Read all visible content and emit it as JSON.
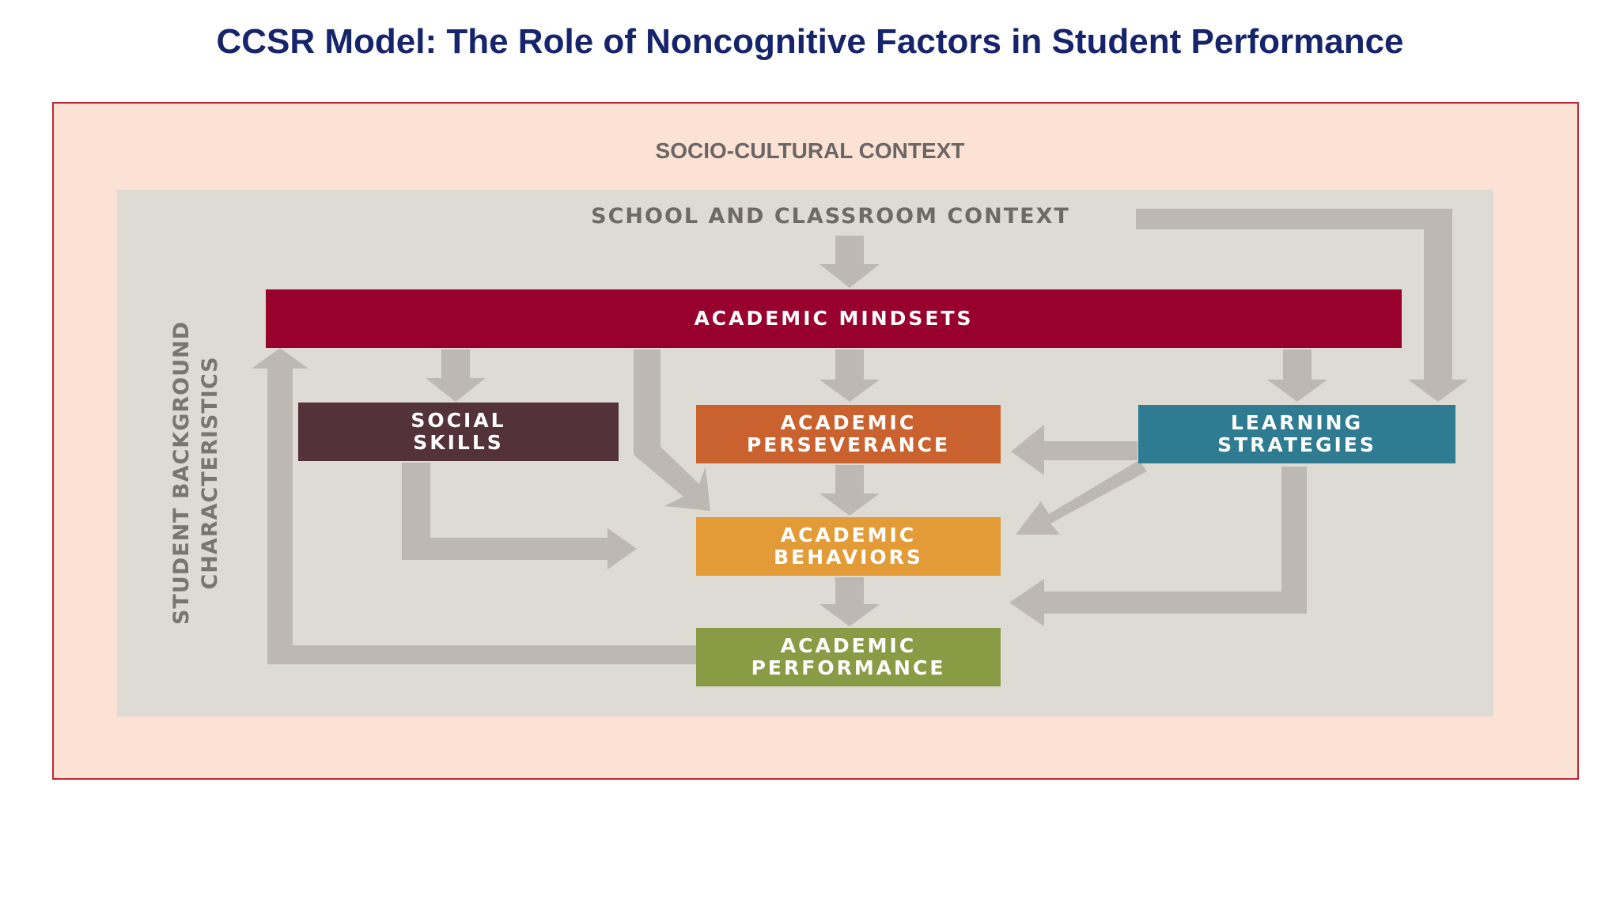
{
  "title": "CCSR Model: The Role of Noncognitive Factors in Student Performance",
  "diagram": {
    "outer_context": "SOCIO-CULTURAL CONTEXT",
    "inner_context": "SCHOOL AND CLASSROOM CONTEXT",
    "side_label": "STUDENT BACKGROUND CHARACTERISTICS",
    "boxes": {
      "academic_mindsets": "ACADEMIC MINDSETS",
      "social_skills": "SOCIAL\nSKILLS",
      "academic_perseverance": "ACADEMIC\nPERSEVERANCE",
      "learning_strategies": "LEARNING\nSTRATEGIES",
      "academic_behaviors": "ACADEMIC\nBEHAVIORS",
      "academic_performance": "ACADEMIC\nPERFORMANCE"
    },
    "colors": {
      "outer_bg": "#fbe2d4",
      "outer_border": "#c0282d",
      "inner_bg": "#dedad4",
      "arrow": "#bdb8b1",
      "academic_mindsets": "#98002e",
      "social_skills": "#54323a",
      "academic_perseverance": "#c9622f",
      "learning_strategies": "#2e7b92",
      "academic_behaviors": "#e39b37",
      "academic_performance": "#8a9b46",
      "title": "#16256b"
    }
  }
}
